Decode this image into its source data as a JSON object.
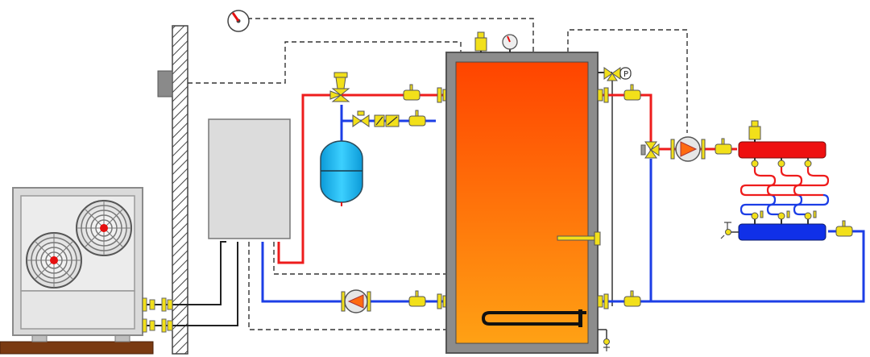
{
  "diagram": {
    "type": "heat pump hydraulic schematic",
    "components": {
      "outdoor_unit": {
        "fans": 2
      },
      "indoor_controller": {},
      "storage_tank": {
        "thermometer": true,
        "air_vent": true
      },
      "expansion_vessel": {},
      "underfloor_heating": {
        "loops": 3
      },
      "immersion_heater": {}
    },
    "labels": {
      "pressure_gauge_letter": "P"
    },
    "colors": {
      "hot_pipe": "#ee1c1c",
      "cold_pipe": "#1c3ee6",
      "signal_line": "#333333",
      "fitting": "#f2e01a",
      "tank_casing": "#8c8c8c",
      "tank_hot": "#ff4a00",
      "tank_warm": "#ff9a10",
      "vessel": "#14b4f0",
      "hot_manifold": "#ee1010",
      "cold_manifold": "#1030e8",
      "pump_orange": "#ff6a10",
      "ground": "#7a3a12"
    }
  }
}
